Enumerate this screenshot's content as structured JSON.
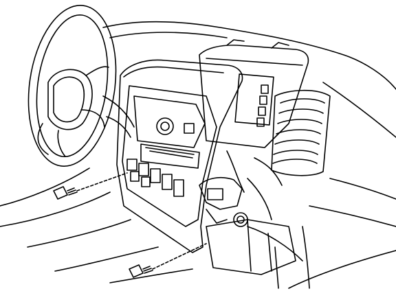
{
  "diagram": {
    "colors": {
      "line": "#000000",
      "background": "#ffffff"
    },
    "components": [
      "steering-wheel",
      "dashboard",
      "center-cluster-finish-panel",
      "radio-display-unit",
      "air-vent",
      "screw",
      "connector-harness"
    ],
    "callout_count": 2
  }
}
